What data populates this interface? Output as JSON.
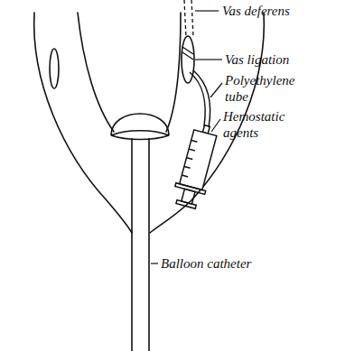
{
  "diagram": {
    "labels": [
      "Vas deferens",
      "Vas ligation",
      "Polyethylene tube",
      "Hemostatic agents",
      "Balloon catheter"
    ]
  }
}
